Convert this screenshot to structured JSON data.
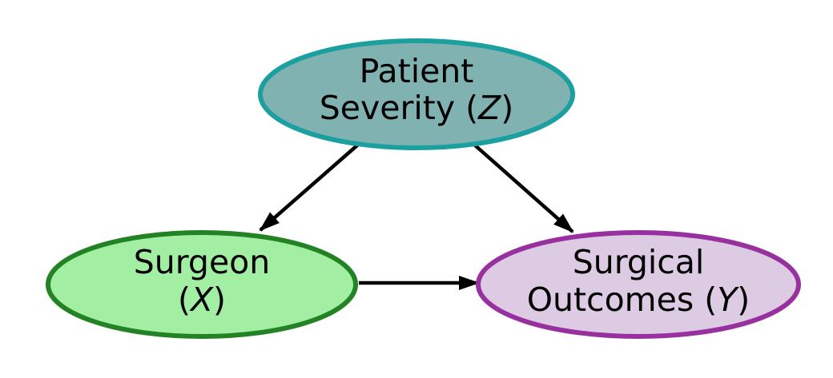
{
  "background": "#ffffff",
  "arrow_color": "#000000",
  "nodes": [
    {
      "id": "Z",
      "label": "Patient Severity (Z)",
      "line1": "Patient",
      "line2_pre": "Severity (",
      "var": "Z",
      "line2_post": ")",
      "fill": "#81B2B2",
      "stroke": "#1C9F9F"
    },
    {
      "id": "X",
      "label": "Surgeon (X)",
      "line1": "Surgeon",
      "line2_pre": "(",
      "var": "X",
      "line2_post": ")",
      "fill": "#A2EEA2",
      "stroke": "#238223"
    },
    {
      "id": "Y",
      "label": "Surgical Outcomes (Y)",
      "line1": "Surgical",
      "line2_pre": "Outcomes (",
      "var": "Y",
      "line2_post": ")",
      "fill": "#DCCBE3",
      "stroke": "#9830A0"
    }
  ],
  "edges": [
    {
      "from": "Z",
      "to": "X"
    },
    {
      "from": "Z",
      "to": "Y"
    },
    {
      "from": "X",
      "to": "Y"
    }
  ]
}
